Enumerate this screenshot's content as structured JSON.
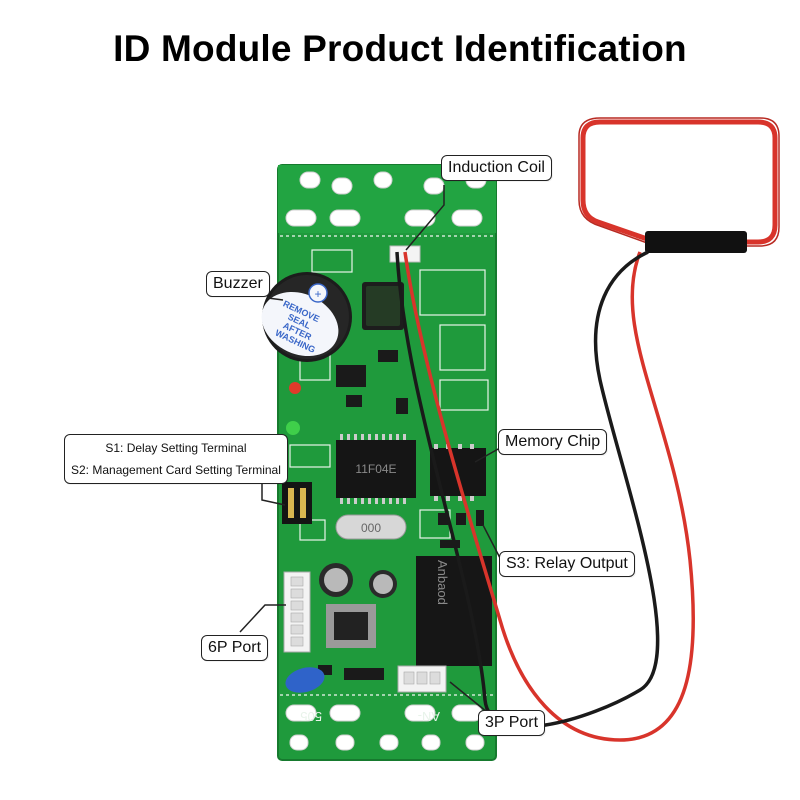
{
  "title": "ID Module Product Identification",
  "labels": {
    "induction_coil": "Induction Coil",
    "buzzer": "Buzzer",
    "s1": "S1: Delay Setting Terminal",
    "s2": "S2: Management Card Setting Terminal",
    "memory_chip": "Memory Chip",
    "relay_output": "S3: Relay Output",
    "port_6p": "6P Port",
    "port_3p": "3P Port"
  },
  "board_markings": {
    "buzzer_seal": [
      "REMOVE",
      "SEAL",
      "AFTER",
      "WASHING"
    ],
    "mcu": "11F04E",
    "crystal": "000",
    "relay_brand": "Anbaod",
    "bottom_left": "505",
    "bottom_right": "AN-"
  },
  "colors": {
    "pcb": "#1f9a3c",
    "pcb_dark": "#157a2c",
    "silk": "#e8f3ea",
    "coil_red": "#d8342b",
    "wire_black": "#1a1a1a",
    "buzzer_blue": "#3a67c8",
    "capacitor_blue": "#2f63c9"
  }
}
